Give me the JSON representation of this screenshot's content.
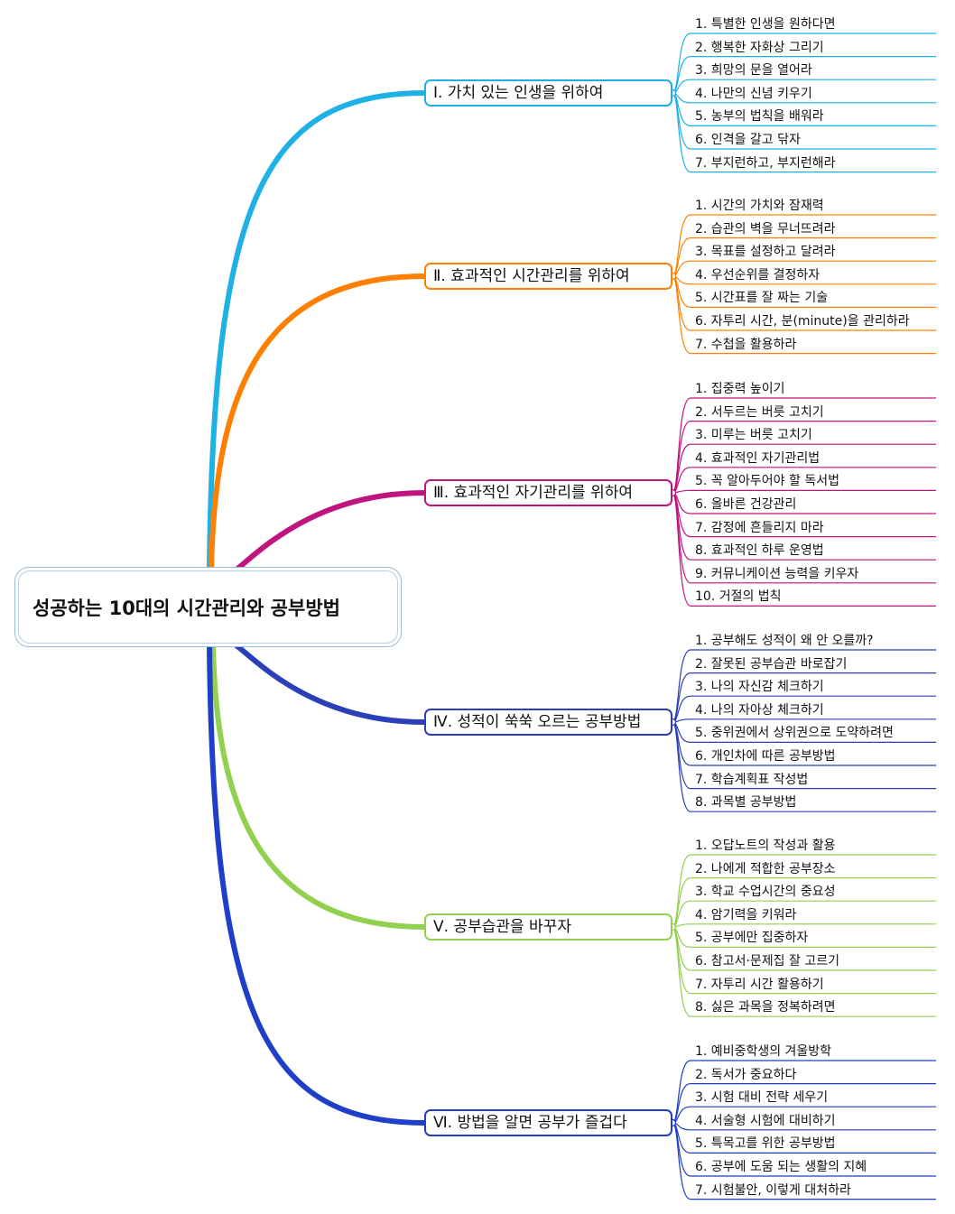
{
  "title": "성공하는 10대의 시간관리와 공부방법",
  "branches": [
    {
      "label": "Ⅰ. 가치 있는 인생을 위하여",
      "color": "#1fb0e6",
      "items": [
        "1. 특별한 인생을 원하다면",
        "2. 행복한 자화상 그리기",
        "3. 희망의 문을 열어라",
        "4. 나만의 신념 키우기",
        "5. 농부의 법칙을 배워라",
        "6. 인격을 갈고 닦자",
        "7. 부지런하고, 부지런해라"
      ]
    },
    {
      "label": "Ⅱ. 효과적인 시간관리를 위하여",
      "color": "#ff8000",
      "items": [
        "1. 시간의 가치와 잠재력",
        "2. 습관의 벽을 무너뜨려라",
        "3. 목표를 설정하고 달려라",
        "4. 우선순위를 결정하자",
        "5. 시간표를 잘 짜는 기술",
        "6. 자투리 시간, 분(minute)을 관리하라",
        "7. 수첩을 활용하라"
      ]
    },
    {
      "label": "Ⅲ. 효과적인 자기관리를 위하여",
      "color": "#c0147f",
      "items": [
        "1. 집중력 높이기",
        "2. 서두르는 버릇 고치기",
        "3. 미루는 버릇 고치기",
        "4. 효과적인 자기관리법",
        "5. 꼭 알아두어야 할 독서법",
        "6. 올바른 건강관리",
        "7. 감정에 흔들리지 마라",
        "8. 효과적인 하루 운영법",
        "9. 커뮤니케이션 능력을 키우자",
        "10. 거절의 법칙"
      ]
    },
    {
      "label": "Ⅳ. 성적이 쑥쑥 오르는 공부방법",
      "color": "#2a3fb8",
      "items": [
        "1. 공부해도 성적이 왜 안 오를까?",
        "2. 잘못된 공부습관 바로잡기",
        "3. 나의 자신감 체크하기",
        "4. 나의 자아상 체크하기",
        "5. 중위권에서 상위권으로 도약하려면",
        "6. 개인차에 따른 공부방법",
        "7. 학습계획표 작성법",
        "8. 과목별 공부방법"
      ]
    },
    {
      "label": "Ⅴ. 공부습관을 바꾸자",
      "color": "#92d050",
      "items": [
        "1. 오답노트의 작성과 활용",
        "2. 나에게 적합한 공부장소",
        "3. 학교 수업시간의 중요성",
        "4. 암기력을 키워라",
        "5. 공부에만 집중하자",
        "6. 참고서·문제집 잘 고르기",
        "7. 자투리 시간 활용하기",
        "8. 싫은 과목을 정복하려면"
      ]
    },
    {
      "label": "Ⅵ. 방법을 알면 공부가 즐겁다",
      "color": "#1f3fc8",
      "items": [
        "1. 예비중학생의 겨울방학",
        "2. 독서가 중요하다",
        "3. 시험 대비 전략 세우기",
        "4. 서술형 시험에 대비하기",
        "5. 특목고를 위한 공부방법",
        "6. 공부에 도움 되는 생활의 지혜",
        "7. 시험불안, 이렇게 대처하라"
      ]
    }
  ]
}
